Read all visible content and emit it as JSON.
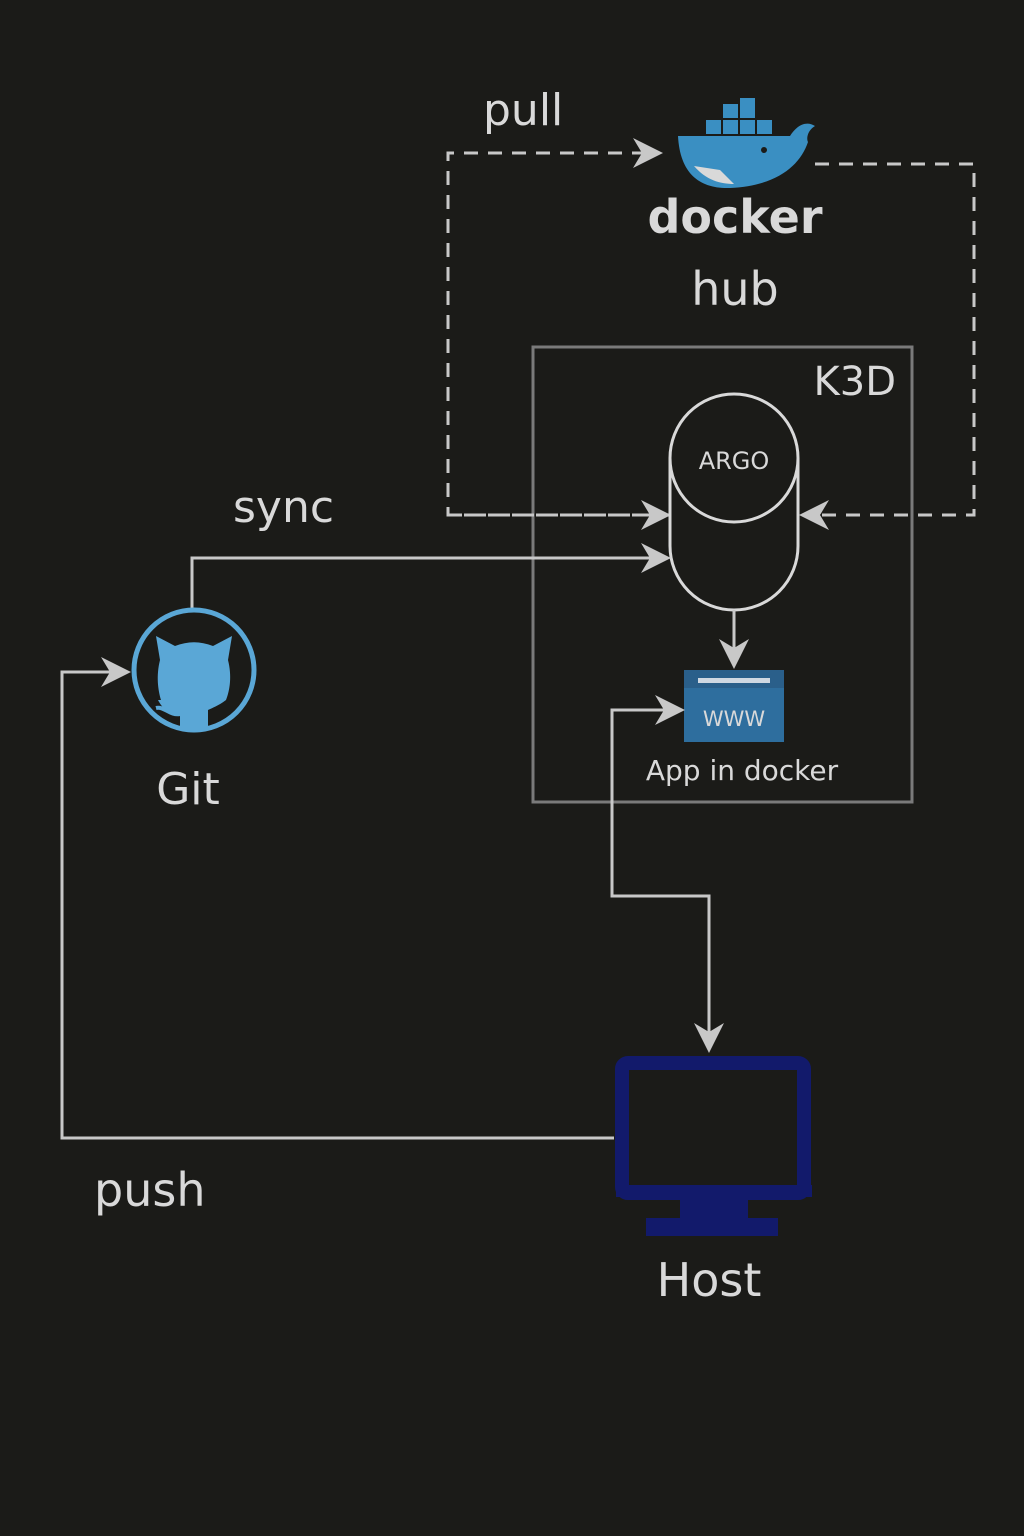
{
  "labels": {
    "pull": "pull",
    "docker_wordmark": "docker",
    "hub": "hub",
    "cluster": "K3D",
    "argo": "ARGO",
    "sync": "sync",
    "git": "Git",
    "www": "WWW",
    "app": "App in docker",
    "push": "push",
    "host": "Host"
  },
  "icons": {
    "docker": "docker-whale-icon",
    "argo": "cylinder-icon",
    "git": "github-octocat-icon",
    "app": "browser-window-icon",
    "host": "monitor-icon"
  },
  "colors": {
    "background": "#1b1b18",
    "line": "#c8c8c8",
    "cluster_border": "#7a7a7a",
    "docker_blue": "#3a8fc2",
    "git_blue": "#5aa7d6",
    "app_blue": "#2e6e9e",
    "host_navy": "#121a6b"
  }
}
